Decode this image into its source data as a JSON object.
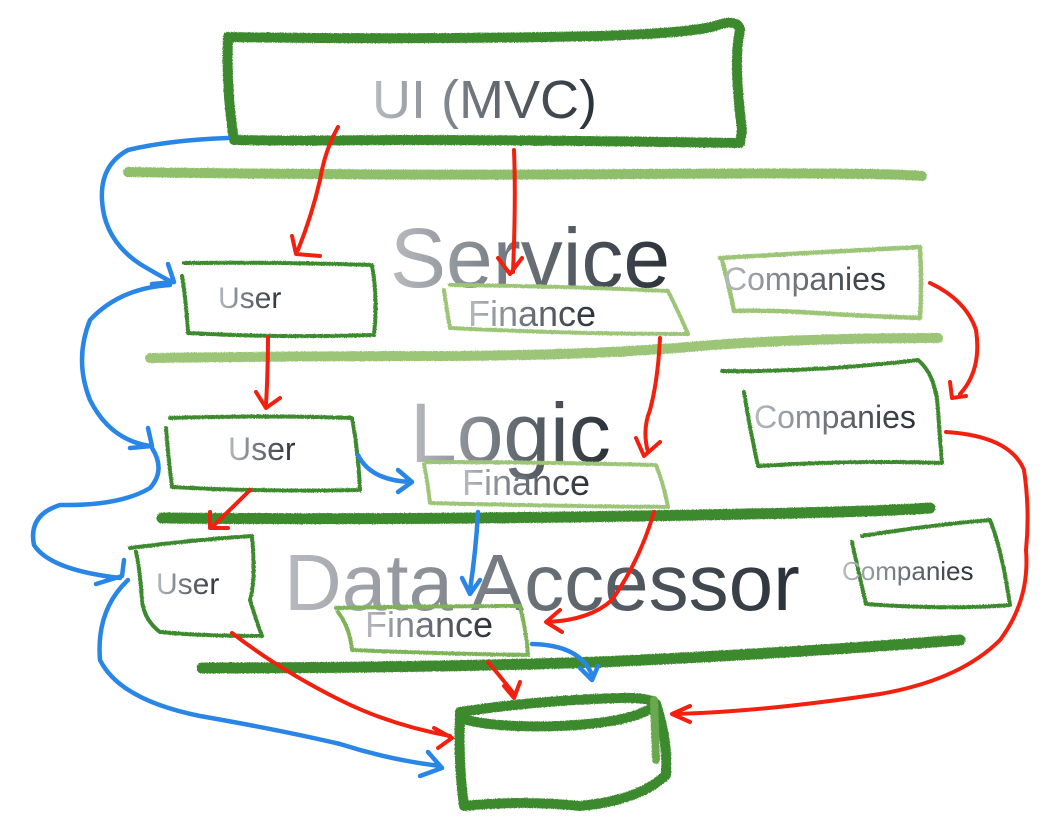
{
  "diagram": {
    "title": "Layered architecture sketch",
    "colors": {
      "box_dark": "#3c8a2f",
      "box_light": "#9cc577",
      "arrow_red": "#f2200f",
      "arrow_blue": "#2a86e6",
      "text_light": "#b3b6bb",
      "text_dark": "#2b323a"
    },
    "top_box": {
      "label": "UI (MVC)"
    },
    "layers": [
      {
        "name": "Service",
        "modules": [
          {
            "label": "User"
          },
          {
            "label": "Finance"
          },
          {
            "label": "Companies"
          }
        ]
      },
      {
        "name": "Logic",
        "modules": [
          {
            "label": "User"
          },
          {
            "label": "Finance"
          },
          {
            "label": "Companies"
          }
        ]
      },
      {
        "name": "Data Accessor",
        "modules": [
          {
            "label": "User"
          },
          {
            "label": "Finance"
          },
          {
            "label": "Companies"
          }
        ]
      }
    ],
    "storage": {
      "label": "",
      "icon": "database-cylinder-icon"
    },
    "connections": [
      {
        "from": "UI (MVC)",
        "to": "Service.User",
        "color": "red"
      },
      {
        "from": "UI (MVC)",
        "to": "Service.Finance",
        "color": "red"
      },
      {
        "from": "UI (MVC)",
        "to": "Service.User",
        "color": "blue"
      },
      {
        "from": "Service.User",
        "to": "Logic.User",
        "color": "red"
      },
      {
        "from": "Service.User",
        "to": "Logic.User",
        "color": "blue"
      },
      {
        "from": "Service.Finance",
        "to": "Logic.Finance",
        "color": "red"
      },
      {
        "from": "Service.Companies",
        "to": "Logic.Companies",
        "color": "red"
      },
      {
        "from": "Logic.User",
        "to": "Data Accessor.User",
        "color": "red"
      },
      {
        "from": "Logic.User",
        "to": "Data Accessor.User",
        "color": "blue"
      },
      {
        "from": "Logic.User",
        "to": "Logic.Finance",
        "color": "blue"
      },
      {
        "from": "Logic.Finance",
        "to": "Data Accessor.Finance",
        "color": "red"
      },
      {
        "from": "Logic.Finance",
        "to": "Data Accessor.Finance",
        "color": "blue"
      },
      {
        "from": "Logic.Companies",
        "to": "Database",
        "color": "red"
      },
      {
        "from": "Data Accessor.User",
        "to": "Database",
        "color": "red"
      },
      {
        "from": "Data Accessor.User",
        "to": "Database",
        "color": "blue"
      },
      {
        "from": "Data Accessor.Finance",
        "to": "Database",
        "color": "red"
      },
      {
        "from": "Data Accessor.Finance",
        "to": "Database",
        "color": "blue"
      }
    ]
  }
}
